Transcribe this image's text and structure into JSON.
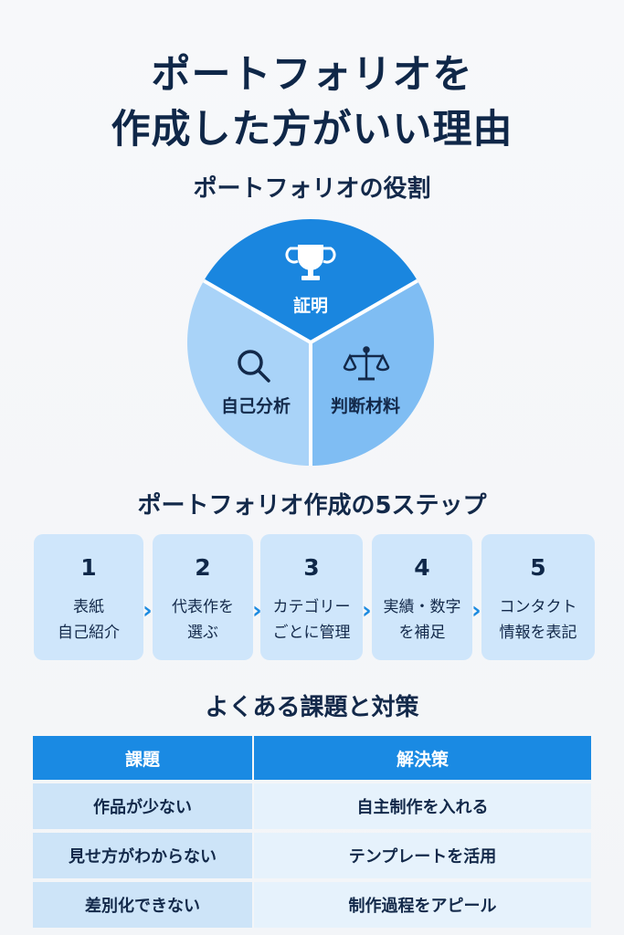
{
  "title": {
    "line1": "ポートフォリオを",
    "line2": "作成した方がいい理由"
  },
  "roles": {
    "heading": "ポートフォリオの役割",
    "segments": [
      {
        "label": "証明",
        "icon": "trophy-icon",
        "color": "#1a86df"
      },
      {
        "label": "自己分析",
        "icon": "magnifier-icon",
        "color": "#a9d3f8"
      },
      {
        "label": "判断材料",
        "icon": "scales-icon",
        "color": "#7fbdf3"
      }
    ]
  },
  "steps": {
    "heading": "ポートフォリオ作成の5ステップ",
    "items": [
      {
        "num": "1",
        "line1": "表紙",
        "line2": "自己紹介"
      },
      {
        "num": "2",
        "line1": "代表作を",
        "line2": "選ぶ"
      },
      {
        "num": "3",
        "line1": "カテゴリー",
        "line2": "ごとに管理"
      },
      {
        "num": "4",
        "line1": "実績・数字",
        "line2": "を補足"
      },
      {
        "num": "5",
        "line1": "コンタクト",
        "line2": "情報を表記"
      }
    ]
  },
  "issues": {
    "heading": "よくある課題と対策",
    "col_problem": "課題",
    "col_solution": "解決策",
    "rows": [
      {
        "problem": "作品が少ない",
        "solution": "自主制作を入れる"
      },
      {
        "problem": "見せ方がわからない",
        "solution": "テンプレートを活用"
      },
      {
        "problem": "差別化できない",
        "solution": "制作過程をアピール"
      }
    ]
  }
}
